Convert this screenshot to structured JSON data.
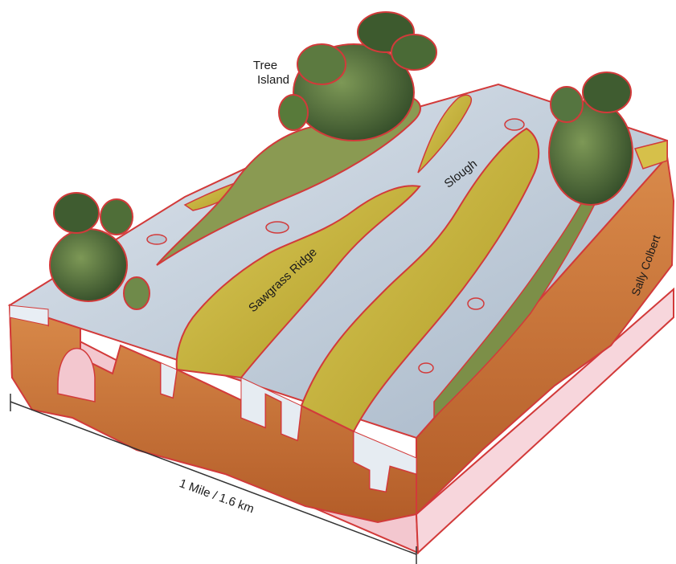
{
  "labels": {
    "tree_island_line1": "Tree",
    "tree_island_line2": "Island",
    "slough": "Slough",
    "sawgrass_ridge": "Sawgrass Ridge",
    "artist_credit": "Sally Colbert",
    "scale": "1 Mile / 1.6 km"
  },
  "colors": {
    "water": "#aebdcc",
    "water_light": "#d6dee6",
    "sawgrass": "#c7b43a",
    "sawgrass_dark": "#9e8a22",
    "tree_dark": "#3f5a30",
    "tree_mid": "#6f8a4a",
    "peat": "#c9743a",
    "peat_dark": "#a35524",
    "bedrock": "#f2c9d0",
    "outline": "#d23a3a"
  }
}
